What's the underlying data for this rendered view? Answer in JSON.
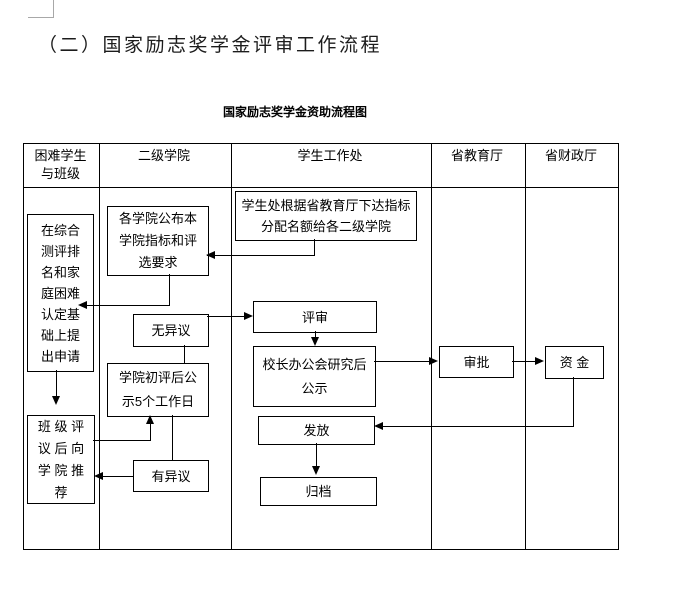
{
  "document": {
    "heading": "（二）国家励志奖学金评审工作流程",
    "diagram_title": "国家励志奖学金资助流程图"
  },
  "lanes": [
    "困难学生\n与班级",
    "二级学院",
    "学生工作处",
    "省教育厅",
    "省财政厅"
  ],
  "nodes": {
    "apply": "在综合\n测评排\n名和家\n庭困难\n认定基\n础上提\n出申请",
    "class_recommend": "班 级 评\n议 后 向\n学 院 推\n荐",
    "college_announce": "各学院公布本\n学院指标和评\n选要求",
    "no_objection": "无异议",
    "college_review": "学院初评后公\n示5个工作日",
    "objection": "有异议",
    "allocate": "学生处根据省教育厅下达指标\n分配名额给各二级学院",
    "review": "评审",
    "president_meeting": "校长办公会研究后\n公示",
    "distribute": "发放",
    "archive": "归档",
    "approve": "审批",
    "funds": "资 金"
  },
  "edges": [
    {
      "from": "allocate",
      "to": "college_announce"
    },
    {
      "from": "college_announce",
      "to": "apply"
    },
    {
      "from": "apply",
      "to": "class_recommend"
    },
    {
      "from": "class_recommend",
      "to": "college_review"
    },
    {
      "from": "college_review",
      "to": "no_objection"
    },
    {
      "from": "no_objection",
      "to": "review"
    },
    {
      "from": "college_review",
      "to": "objection"
    },
    {
      "from": "objection",
      "to": "class_recommend"
    },
    {
      "from": "review",
      "to": "president_meeting"
    },
    {
      "from": "president_meeting",
      "to": "approve"
    },
    {
      "from": "approve",
      "to": "funds"
    },
    {
      "from": "funds",
      "to": "distribute"
    },
    {
      "from": "distribute",
      "to": "archive"
    }
  ],
  "colors": {
    "border": "#000000",
    "text": "#000000",
    "background": "#ffffff",
    "corner_mark": "#a8a8a8"
  }
}
